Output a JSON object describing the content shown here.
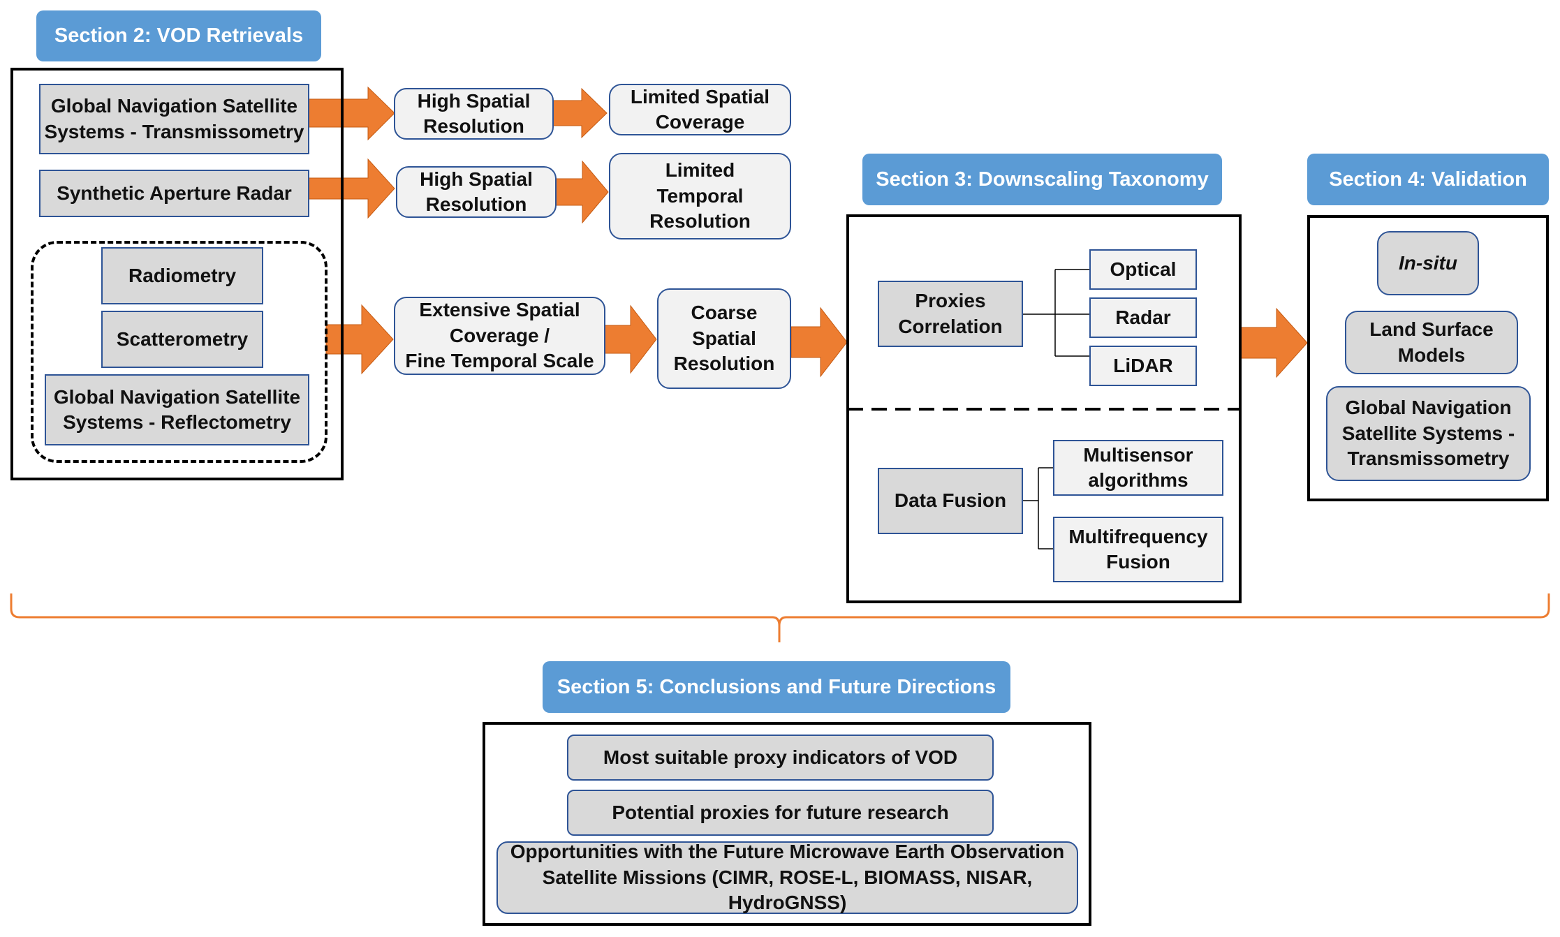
{
  "section2": {
    "title": "Section 2: VOD Retrievals",
    "gnss_t": "Global Navigation Satellite\nSystems - Transmissometry",
    "sar": "Synthetic Aperture Radar",
    "radiometry": "Radiometry",
    "scatterometry": "Scatterometry",
    "gnss_r": "Global Navigation Satellite\nSystems - Reflectometry"
  },
  "flow": {
    "hsr1": "High Spatial\nResolution",
    "lsc": "Limited Spatial\nCoverage",
    "hsr2": "High Spatial\nResolution",
    "ltr": "Limited\nTemporal\nResolution",
    "esc": "Extensive Spatial\nCoverage /\nFine Temporal Scale",
    "csr": "Coarse\nSpatial\nResolution"
  },
  "section3": {
    "title": "Section 3: Downscaling Taxonomy",
    "proxies": "Proxies\nCorrelation",
    "optical": "Optical",
    "radar": "Radar",
    "lidar": "LiDAR",
    "data_fusion": "Data Fusion",
    "multisensor": "Multisensor\nalgorithms",
    "multifreq": "Multifrequency\nFusion"
  },
  "section4": {
    "title": "Section 4: Validation",
    "insitu": "In-situ",
    "lsm": "Land Surface\nModels",
    "gnss_t": "Global Navigation\nSatellite Systems -\nTransmissometry"
  },
  "section5": {
    "title": "Section 5: Conclusions and Future Directions",
    "item1": "Most suitable proxy indicators of VOD",
    "item2": "Potential proxies for future research",
    "item3": "Opportunities with the Future Microwave Earth Observation\nSatellite Missions (CIMR, ROSE-L, BIOMASS, NISAR, HydroGNSS)"
  },
  "colors": {
    "label_bg": "#5b9bd5",
    "arrow": "#ed7d31",
    "node_border": "#2e5496",
    "node_fill_gray": "#d9d9d9",
    "node_fill_light": "#f2f2f2"
  }
}
